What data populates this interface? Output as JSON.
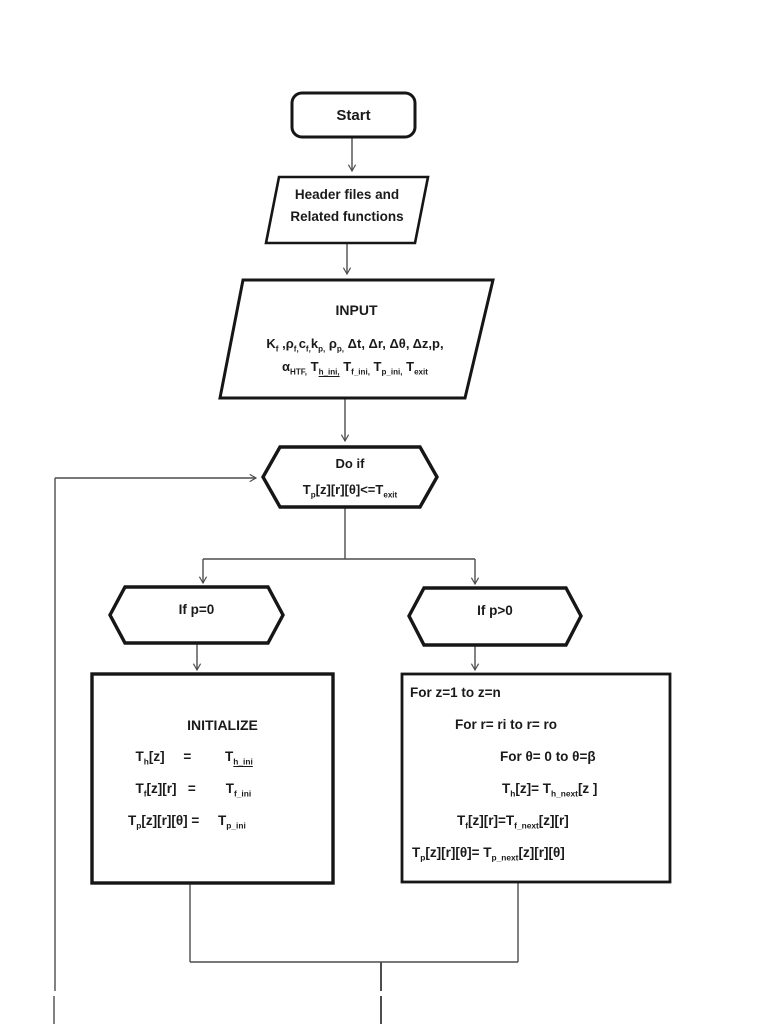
{
  "canvas": {
    "colors": {
      "shape_border": "#161616",
      "connector": "#4d4d4d",
      "text": "#1a1a1a",
      "background": "#ffffff"
    }
  },
  "flowchart": {
    "start": {
      "label": "Start"
    },
    "header": {
      "lines": [
        "Header files and",
        "Related functions"
      ]
    },
    "input": {
      "title": "INPUT",
      "line1": [
        {
          "t": "K"
        },
        {
          "t": "f",
          "s": "sub"
        },
        {
          "t": " ,ρ"
        },
        {
          "t": "f,",
          "s": "sub"
        },
        {
          "t": "c"
        },
        {
          "t": "f,",
          "s": "sub"
        },
        {
          "t": "k"
        },
        {
          "t": "p,",
          "s": "sub"
        },
        {
          "t": " ρ"
        },
        {
          "t": "p,",
          "s": "sub"
        },
        {
          "t": " Δt, Δr, Δθ, Δz,p,"
        }
      ],
      "line2": [
        {
          "t": "α"
        },
        {
          "t": "HTF,",
          "s": "sub"
        },
        {
          "t": " T"
        },
        {
          "t": "h_ini,",
          "s": "subu"
        },
        {
          "t": " T"
        },
        {
          "t": "f_ini,",
          "s": "sub"
        },
        {
          "t": " T"
        },
        {
          "t": "p_ini,",
          "s": "sub"
        },
        {
          "t": " T"
        },
        {
          "t": "exit",
          "s": "sub"
        }
      ]
    },
    "do_if": {
      "line1": "Do if",
      "line2": [
        {
          "t": "T"
        },
        {
          "t": "p",
          "s": "sub"
        },
        {
          "t": "[z][r][θ]<=T"
        },
        {
          "t": "exit",
          "s": "sub"
        }
      ]
    },
    "branch_left": {
      "label": "If p=0"
    },
    "branch_right": {
      "label": "If p>0"
    },
    "initialize": {
      "title": "INITIALIZE",
      "rows": [
        [
          {
            "t": "  T"
          },
          {
            "t": "h",
            "s": "sub"
          },
          {
            "t": "[z]"
          },
          {
            "t": "     "
          },
          {
            "t": "="
          },
          {
            "t": "         "
          },
          {
            "t": "T"
          },
          {
            "t": "h_ini",
            "s": "subu"
          }
        ],
        [
          {
            "t": "  T"
          },
          {
            "t": "f",
            "s": "sub"
          },
          {
            "t": "[z][r]"
          },
          {
            "t": "   "
          },
          {
            "t": "="
          },
          {
            "t": "        "
          },
          {
            "t": "T"
          },
          {
            "t": "f_ini",
            "s": "sub"
          }
        ],
        [
          {
            "t": "T"
          },
          {
            "t": "p",
            "s": "sub"
          },
          {
            "t": "[z][r][θ] ="
          },
          {
            "t": "     "
          },
          {
            "t": "T"
          },
          {
            "t": "p_ini",
            "s": "sub"
          }
        ]
      ]
    },
    "loop_block": {
      "rows": [
        [
          {
            "t": "For z=1 to z=n"
          }
        ],
        [
          {
            "t": "For r= ri to r= ro"
          }
        ],
        [
          {
            "t": "For θ= 0 to θ=β"
          }
        ],
        [
          {
            "t": "T"
          },
          {
            "t": "h",
            "s": "sub"
          },
          {
            "t": "[z]= T"
          },
          {
            "t": "h_next",
            "s": "sub"
          },
          {
            "t": "[z ]"
          }
        ],
        [
          {
            "t": "T"
          },
          {
            "t": "f",
            "s": "sub"
          },
          {
            "t": "[z][r]=T"
          },
          {
            "t": "f_next",
            "s": "sub"
          },
          {
            "t": "[z][r]"
          }
        ],
        [
          {
            "t": "T"
          },
          {
            "t": "p",
            "s": "sub"
          },
          {
            "t": "[z][r][θ]= T"
          },
          {
            "t": "p_next",
            "s": "sub"
          },
          {
            "t": "[z][r][θ]"
          }
        ]
      ]
    }
  }
}
